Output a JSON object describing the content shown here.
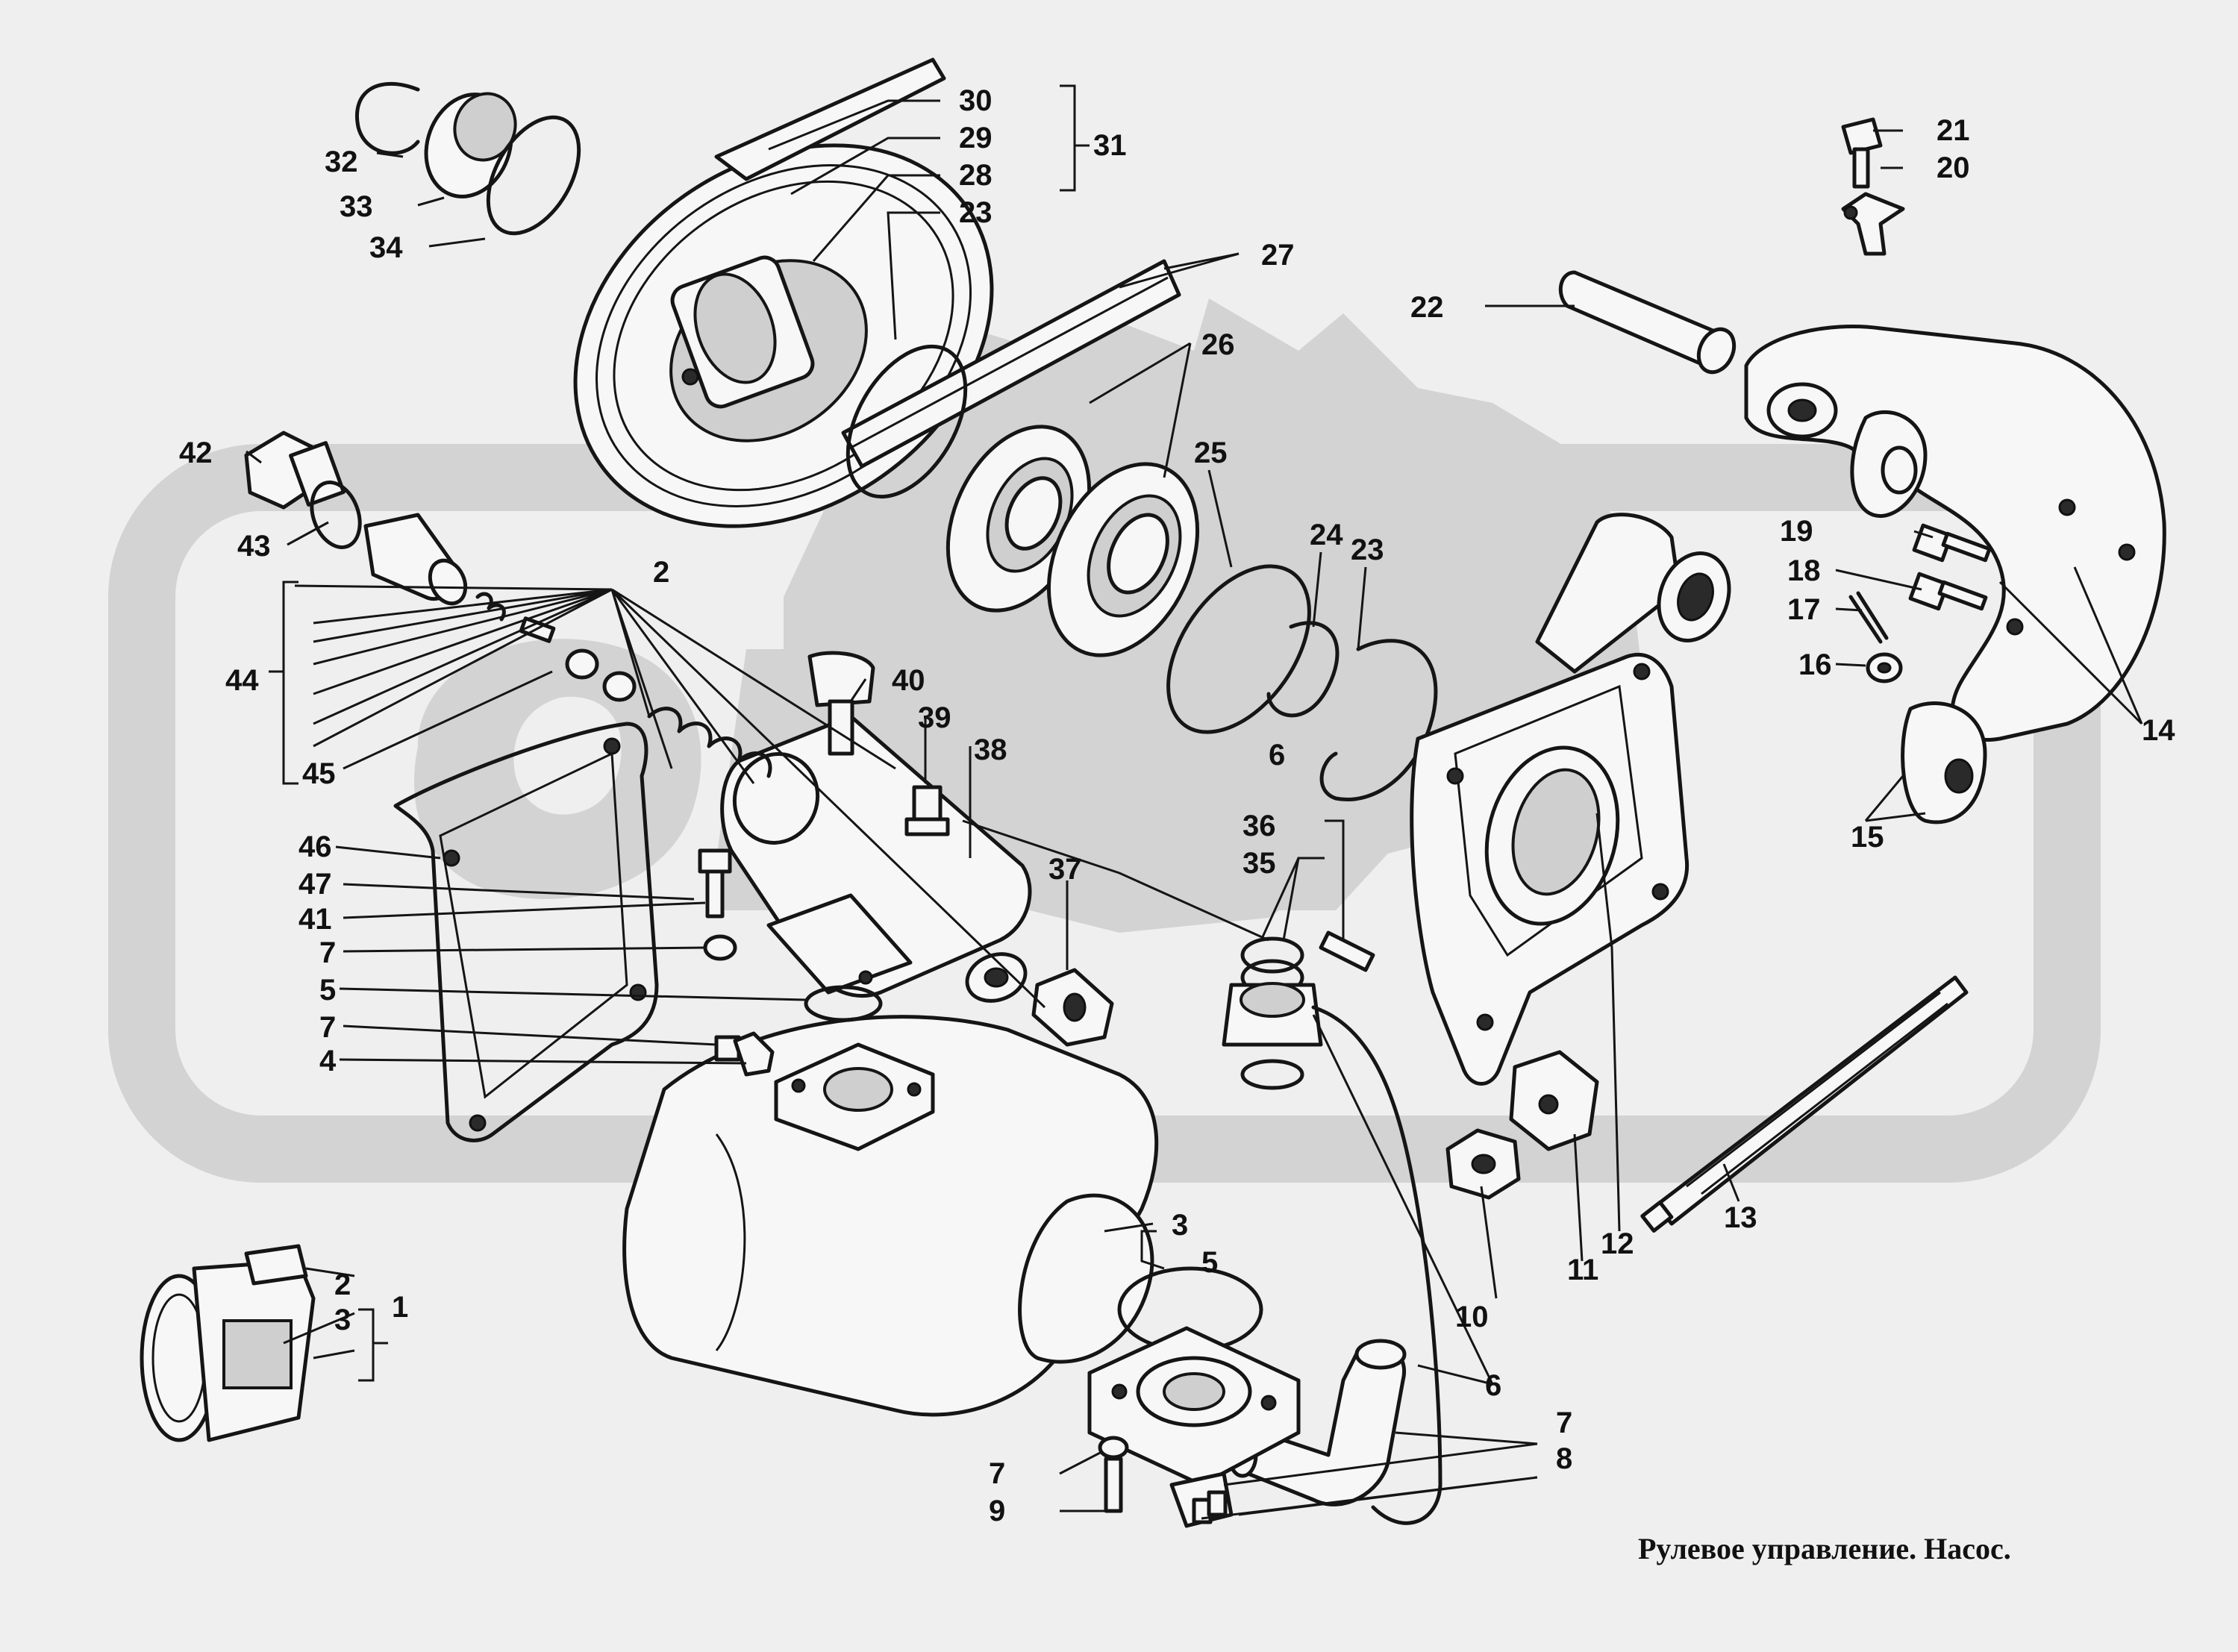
{
  "caption": "Рулевое управление. Насос.",
  "colors": {
    "background": "#efefef",
    "ink": "#151515",
    "watermark": "#d3d3d3"
  },
  "callouts": {
    "c1": "1",
    "c2a": "2",
    "c2b": "2",
    "c3a": "3",
    "c3b": "3",
    "c4": "4",
    "c5a": "5",
    "c5b": "5",
    "c6a": "6",
    "c6b": "6",
    "c7a": "7",
    "c7b": "7",
    "c7c": "7",
    "c7d": "7",
    "c8": "8",
    "c9": "9",
    "c10": "10",
    "c11": "11",
    "c12": "12",
    "c13": "13",
    "c14": "14",
    "c15": "15",
    "c16": "16",
    "c17": "17",
    "c18": "18",
    "c19": "19",
    "c20": "20",
    "c21": "21",
    "c22": "22",
    "c23a": "23",
    "c23b": "23",
    "c24": "24",
    "c25": "25",
    "c26": "26",
    "c27": "27",
    "c28": "28",
    "c29": "29",
    "c30": "30",
    "c31": "31",
    "c32": "32",
    "c33": "33",
    "c34": "34",
    "c35": "35",
    "c36": "36",
    "c37": "37",
    "c38": "38",
    "c39": "39",
    "c40": "40",
    "c41": "41",
    "c42": "42",
    "c43": "43",
    "c44": "44",
    "c45": "45",
    "c46": "46",
    "c47": "47"
  }
}
